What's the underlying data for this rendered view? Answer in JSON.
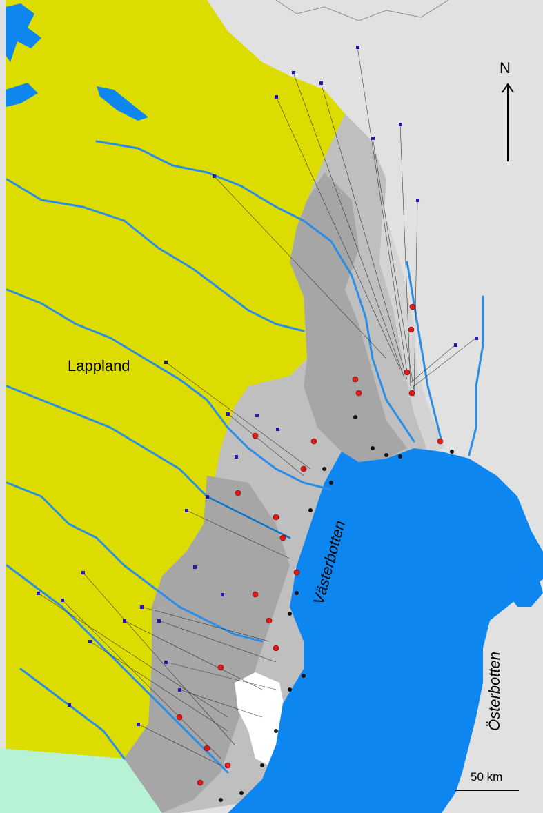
{
  "map": {
    "labels": {
      "lappland": "Lappland",
      "vasterbotten": "Västerbotten",
      "osterbotten": "Österbotten",
      "north": "N",
      "scale": "50 km"
    },
    "colors": {
      "land": "#e1e1e1",
      "lappland": "#dcdc00",
      "sea": "#0d86f0",
      "coast_dark": "#a6a6a6",
      "coast_mid": "#bfbfbf",
      "coast_light": "#d4d4d4",
      "lower_white": "#ffffff",
      "south_region": "#b7f2d5",
      "river": "#2a8ee6",
      "connector": "#1e1e1e",
      "site_square": "#1f1aa6",
      "site_red": "#e21a1a",
      "site_black": "#111111",
      "border": "#8c8c8c"
    },
    "icons": {
      "north_arrow": "north-arrow-icon",
      "scale_bar": "scale-bar-icon"
    }
  }
}
